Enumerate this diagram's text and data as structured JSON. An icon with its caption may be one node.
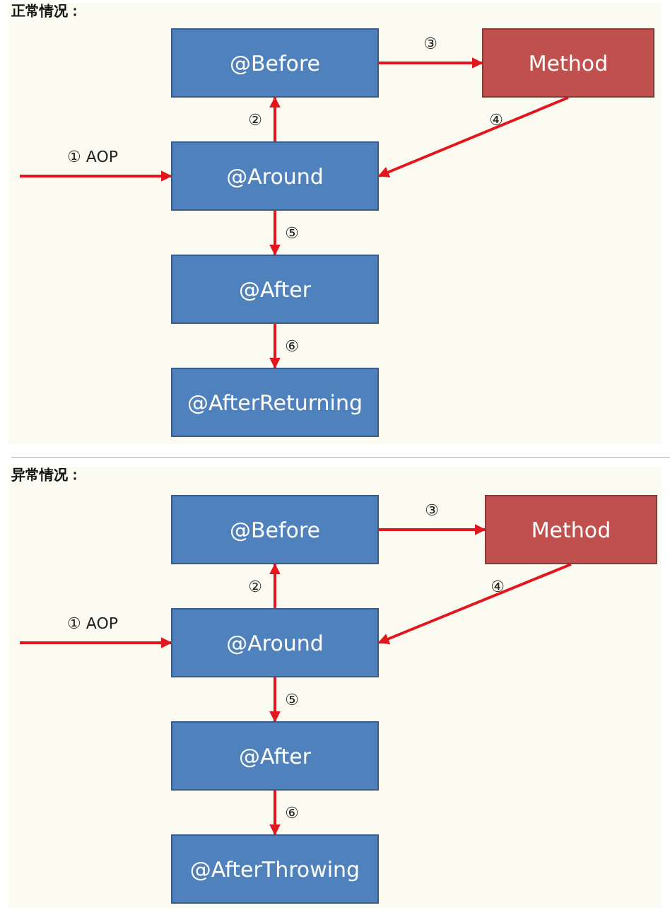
{
  "diagram": {
    "nodes": [
      {
        "text": [
          "正常情况："
        ]
      },
      {
        "text": [
          "@Before"
        ],
        "in": 0
      },
      {
        "text": [
          "Method"
        ],
        "in": 0
      },
      {
        "text": [
          "@Around"
        ],
        "in": 0
      },
      {
        "text": [
          "@After"
        ],
        "in": 0
      },
      {
        "text": [
          "@AfterReturning"
        ],
        "in": 0
      },
      {
        "text": [
          "异常情况："
        ]
      },
      {
        "text": [
          "@Before"
        ],
        "in": 6
      },
      {
        "text": [
          "Method"
        ],
        "in": 6
      },
      {
        "text": [
          "@Around"
        ],
        "in": 6
      },
      {
        "text": [
          "@After"
        ],
        "in": 6
      },
      {
        "text": [
          "@AfterThrowing"
        ],
        "in": 6
      }
    ],
    "edges": [
      {
        "from": null,
        "to": 3,
        "arrow": "to",
        "label": "① AOP"
      },
      {
        "from": 3,
        "to": 1,
        "arrow": "to",
        "label": "②"
      },
      {
        "from": 1,
        "to": 2,
        "arrow": "to",
        "label": "③"
      },
      {
        "from": 2,
        "to": 3,
        "arrow": "to",
        "label": "④"
      },
      {
        "from": 3,
        "to": 4,
        "arrow": "to",
        "label": "⑤"
      },
      {
        "from": 4,
        "to": 5,
        "arrow": "to",
        "label": "⑥"
      },
      {
        "from": null,
        "to": 9,
        "arrow": "to",
        "label": "① AOP"
      },
      {
        "from": 9,
        "to": 7,
        "arrow": "to",
        "label": "②"
      },
      {
        "from": 7,
        "to": 8,
        "arrow": "to",
        "label": "③"
      },
      {
        "from": 8,
        "to": 9,
        "arrow": "to",
        "label": "④"
      },
      {
        "from": 9,
        "to": 10,
        "arrow": "to",
        "label": "⑤"
      },
      {
        "from": 10,
        "to": 11,
        "arrow": "to",
        "label": "⑥"
      }
    ]
  }
}
